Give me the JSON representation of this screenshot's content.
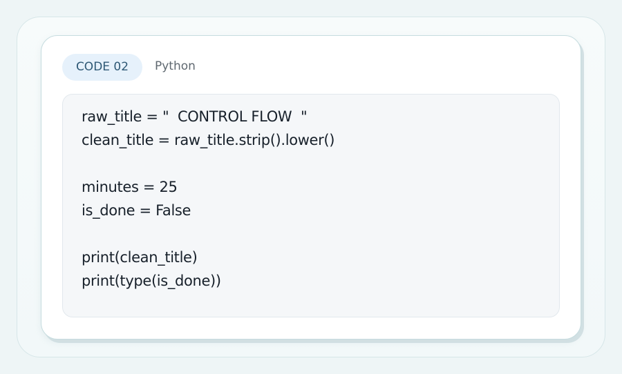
{
  "snippet": {
    "badge": "CODE 02",
    "language": "Python",
    "lines": [
      "raw_title = \"  CONTROL FLOW  \"",
      "clean_title = raw_title.strip().lower()",
      "",
      "minutes = 25",
      "is_done = False",
      "",
      "print(clean_title)",
      "print(type(is_done))"
    ]
  }
}
